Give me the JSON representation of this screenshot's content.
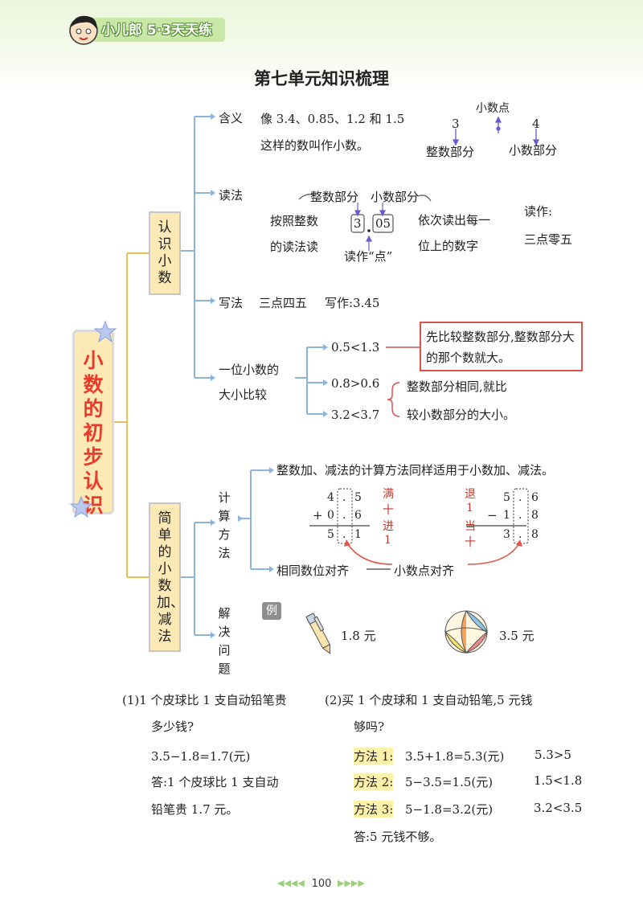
{
  "header": {
    "brand": "小儿郎 5·3天天练"
  },
  "title": "第七单元知识梳理",
  "main_topic": "小数的初步认识",
  "branch1": {
    "label": "认识小数",
    "meaning": {
      "label": "含义",
      "text_line1": "像 3.4、0.85、1.2 和 1.5",
      "text_line2": "这样的数叫作小数。",
      "diagram": {
        "point_label": "小数点",
        "int_digit": "3",
        "dec_digit": "4",
        "int_label": "整数部分",
        "dec_label": "小数部分"
      }
    },
    "reading": {
      "label": "读法",
      "int_part_label": "整数部分",
      "dec_part_label": "小数部分",
      "left_line1": "按照整数",
      "left_line2": "的读法读",
      "int_digit": "3",
      "dec_digits": "05",
      "point_reading": "读作“点”",
      "right_line1": "依次读出每一",
      "right_line2": "位上的数字",
      "read_as_label": "读作:",
      "read_as_value": "三点零五"
    },
    "writing": {
      "label": "写法",
      "words": "三点四五",
      "write_as": "写作:3.45"
    },
    "compare": {
      "label_line1": "一位小数的",
      "label_line2": "大小比较",
      "ex1": "0.5<1.3",
      "ex2": "0.8>0.6",
      "ex3": "3.2<3.7",
      "rule1": "先比较整数部分,整数部分大的那个数就大。",
      "rule2_line1": "整数部分相同,就比",
      "rule2_line2": "较小数部分的大小。"
    }
  },
  "branch2": {
    "label": "简单的小数加、减法",
    "calc": {
      "label": "计算方法",
      "statement": "整数加、减法的计算方法同样适用于小数加、减法。",
      "add": {
        "r1a": "4",
        "r1b": "5",
        "op": "+",
        "r2a": "0",
        "r2b": "6",
        "r3a": "5",
        "r3b": "1",
        "note1": "满",
        "note2": "十",
        "note3": "进",
        "note4": "1"
      },
      "sub": {
        "r1a": "5",
        "r1b": "6",
        "op": "−",
        "r2a": "1",
        "r2b": "8",
        "r3a": "3",
        "r3b": "8",
        "note1": "退",
        "note2": "1",
        "note3": "当",
        "note4": "十"
      },
      "align_label": "相同数位对齐",
      "point_align": "小数点对齐"
    },
    "solve": {
      "label": "解决问题",
      "example_tag": "例",
      "pencil_price": "1.8 元",
      "ball_price": "3.5 元"
    }
  },
  "questions": {
    "q1": {
      "line1": "(1)1 个皮球比 1 支自动铅笔贵",
      "line2": "多少钱?",
      "calc": "3.5−1.8=1.7(元)",
      "answer_line1": "答:1 个皮球比 1 支自动",
      "answer_line2": "铅笔贵 1.7 元。"
    },
    "q2": {
      "line1": "(2)买 1 个皮球和 1 支自动铅笔,5 元钱",
      "line2": "够吗?",
      "m1_label": "方法 1:",
      "m1_calc": "3.5+1.8=5.3(元)",
      "m1_cmp": "5.3>5",
      "m2_label": "方法 2:",
      "m2_calc": "5−3.5=1.5(元)",
      "m2_cmp": "1.5<1.8",
      "m3_label": "方法 3:",
      "m3_calc": "5−1.8=3.2(元)",
      "m3_cmp": "3.2<3.5",
      "answer": "答:5 元钱不够。"
    }
  },
  "page_number": "100",
  "colors": {
    "accent_red": "#e83b2a",
    "line_blue": "#7aa7d8",
    "line_yellow": "#e9c15a",
    "highlight": "#fff1a8"
  }
}
